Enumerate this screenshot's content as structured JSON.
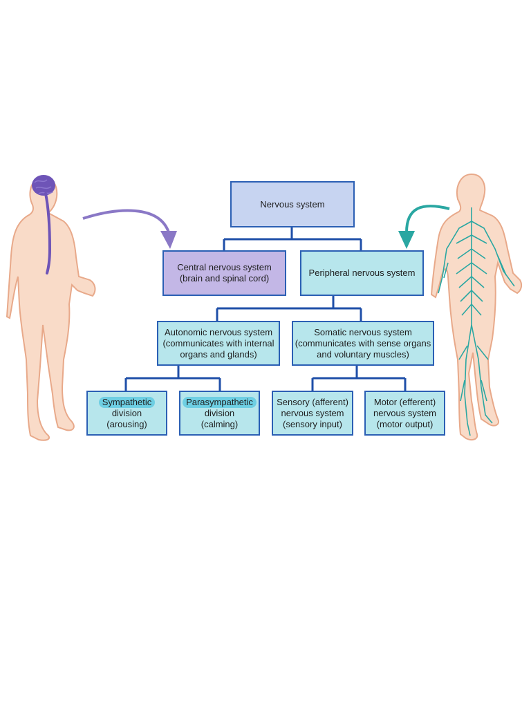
{
  "colors": {
    "connector": "#1f4fa8",
    "box_border": "#2b5fb4",
    "nervous_system_fill": "#c7d4f1",
    "central_fill": "#c3b7e6",
    "peripheral_fill": "#b7e6ec",
    "highlight": "#6ecfe3",
    "skin": "#f9dbc8",
    "skin_outline": "#e8a98a",
    "cns_purple": "#6e54b7",
    "pns_teal": "#2aa7a2"
  },
  "nodes": {
    "nervous_system": {
      "line1": "Nervous system"
    },
    "central": {
      "line1": "Central nervous system",
      "line2": "(brain and spinal cord)"
    },
    "peripheral": {
      "line1": "Peripheral nervous system"
    },
    "autonomic": {
      "line1": "Autonomic nervous system",
      "line2": "(communicates with internal",
      "line3": "organs and glands)"
    },
    "somatic": {
      "line1": "Somatic nervous system",
      "line2": "(communicates with sense organs",
      "line3": "and voluntary muscles)"
    },
    "sympathetic": {
      "line1": "Sympathetic",
      "line2": "division",
      "line3": "(arousing)"
    },
    "parasympathetic": {
      "line1": "Parasympathetic",
      "line2": "division",
      "line3": "(calming)"
    },
    "sensory": {
      "line1": "Sensory (afferent)",
      "line2": "nervous system",
      "line3": "(sensory input)"
    },
    "motor": {
      "line1": "Motor (efferent)",
      "line2": "nervous system",
      "line3": "(motor output)"
    }
  },
  "figures": {
    "left": {
      "icon": "human-body-central-nervous-system-icon"
    },
    "right": {
      "icon": "human-body-peripheral-nervous-system-icon"
    }
  }
}
